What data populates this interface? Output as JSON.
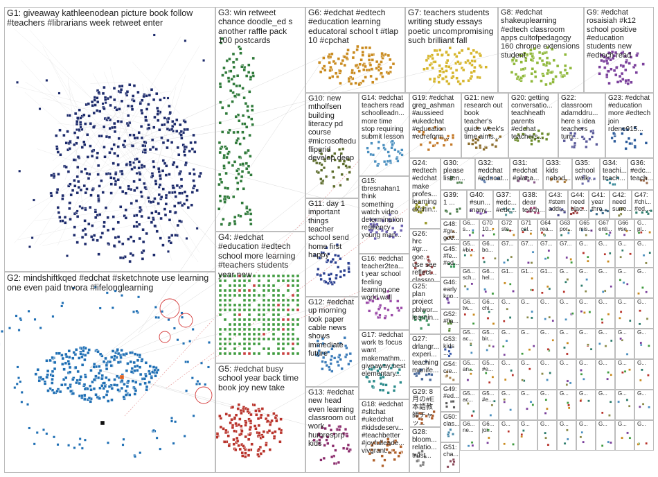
{
  "groups": [
    {
      "id": "g1",
      "label": "G1: giveaway kathleenodean picture book follow #teachers #librarians week retweet enter",
      "color": "#1c2a6b"
    },
    {
      "id": "g2",
      "label": "G2: mindshiftkqed #edchat #sketchnote use learning one even paid tnvora #lifelonglearning",
      "color": "#1f6fb4"
    },
    {
      "id": "g3",
      "label": "G3: win retweet chance doodle_ed s another raffle pack 100 postcards",
      "color": "#2f7a3a"
    },
    {
      "id": "g4",
      "label": "G4: #edchat #education #edtech school more learning #teachers students year new",
      "color": "#3f9b3f"
    },
    {
      "id": "g5",
      "label": "G5: #edchat busy school year back time book joy new take",
      "color": "#b8322a"
    },
    {
      "id": "g6",
      "label": "G6: #edchat #edtech #education learning educatoral school t #tlap 10 #cpchat",
      "color": "#c98a1e"
    },
    {
      "id": "g7",
      "label": "G7: teachers students writing study essays poetic uncompromising such brilliant fall",
      "color": "#d6b52a"
    },
    {
      "id": "g8",
      "label": "G8: #edchat shakeuplearning #edtech classroom apps cultofpedagogy 160 chrome extensions student",
      "color": "#8fb83a"
    },
    {
      "id": "g9",
      "label": "G9: #edchat rosaisiah #k12 school positive #education students new #edtech read",
      "color": "#7a3f9b"
    },
    {
      "id": "g10",
      "label": "G10: new mtholfsen building literacy pd course #microsoftedu flipgrid develop deep",
      "color": "#5b6b2a"
    },
    {
      "id": "g11",
      "label": "G11: day 1 important things teacher school send home first happy",
      "color": "#2a3f8f"
    },
    {
      "id": "g12",
      "label": "G12: #edchat up morning look paper cable news shows immediate future",
      "color": "#3a7ab8"
    },
    {
      "id": "g13",
      "label": "G13: #edchat new head even learning classroom out work humresprp kids",
      "color": "#8a2a6b"
    },
    {
      "id": "g14",
      "label": "G14: #edchat teachers read schoolleadn... more time stop requiring submit lesson",
      "color": "#4a8fbf"
    },
    {
      "id": "g15",
      "label": "G15: tbresnahan1 think something watch video determination resiliency young man...",
      "color": "#6a5fb0"
    },
    {
      "id": "g16",
      "label": "G16: #edchat teacher2tea... t year school feeling learning one world wall",
      "color": "#9a4aa8"
    },
    {
      "id": "g17",
      "label": "G17: #edchat work ts focus want makemathm... giveaway best elementary...",
      "color": "#2a8a8a"
    },
    {
      "id": "g18",
      "label": "G18: #edchat #sltchat #ukedchat #kidsdeserv... #teachbetter #joyfulleade... vivgrant...",
      "color": "#b0602a"
    },
    {
      "id": "g19",
      "label": "G19: #edchat greg_ashman #aussieed #ukedchat #education #edreform...",
      "color": "#c47a2a"
    },
    {
      "id": "g20",
      "label": "G20: getting conversatio... teachheath parents #edchat teachers...",
      "color": "#6b8a2a"
    },
    {
      "id": "g21",
      "label": "G21: new research out book teacher's guide week's time aims...",
      "color": "#8a6b2a"
    },
    {
      "id": "g22",
      "label": "G22: classroom adamddru... here s idea teachers turn...",
      "color": "#5a5a9a"
    },
    {
      "id": "g23",
      "label": "G23: #edchat #education more #edtech join rdene915...",
      "color": "#2a5a9a"
    },
    {
      "id": "g24",
      "label": "G24: #edtech #edchat make profes... learning excitin...",
      "color": "#9a9a2a"
    },
    {
      "id": "g25",
      "label": "G25: plan project pblwor... learnin...",
      "color": "#4a9a6a"
    },
    {
      "id": "g26",
      "label": "G26: hrc #gr... goe... use see reflect... classro... child...",
      "color": "#9a4a4a"
    },
    {
      "id": "g27",
      "label": "G27: drlangr... experi... teaching manife...",
      "color": "#4a6a9a"
    },
    {
      "id": "g28",
      "label": "G28: bloom... relatio... trust...",
      "color": "#7a7a7a"
    },
    {
      "id": "g29",
      "label": "G29: 8 月の#E 本語教 師チャッ...",
      "color": "#aa5a2a"
    },
    {
      "id": "g30",
      "label": "G30: please listen...",
      "color": "#5a8a5a"
    },
    {
      "id": "g31",
      "label": "G31: #edchat #plaea...",
      "color": "#8a5a8a"
    },
    {
      "id": "g32",
      "label": "G32: #edchat #educat...",
      "color": "#5a7aaa"
    },
    {
      "id": "g33",
      "label": "G33: kids nobod...",
      "color": "#aa7a3a"
    },
    {
      "id": "g34",
      "label": "G34: teachi... teach...",
      "color": "#3a8a9a"
    },
    {
      "id": "g35",
      "label": "G35: school walk...",
      "color": "#6a6aaa"
    },
    {
      "id": "g36",
      "label": "G36: #edc... teach...",
      "color": "#9a6a4a"
    },
    {
      "id": "g37",
      "label": "G37: #edc... #edc...",
      "color": "#5a9a9a"
    },
    {
      "id": "g38",
      "label": "G38: dear teach...",
      "color": "#aa4a7a"
    },
    {
      "id": "g39",
      "label": "G39: 1 ...",
      "color": "#4a7a4a"
    },
    {
      "id": "g40",
      "label": "G40: #sun... many...",
      "color": "#7a4aaa"
    },
    {
      "id": "g41",
      "label": "G41: year thro...",
      "color": "#3a6a8a"
    },
    {
      "id": "g42",
      "label": "G42: need surre...",
      "color": "#8a8a4a"
    },
    {
      "id": "g43",
      "label": "G43: #stem addr...",
      "color": "#4a4a8a"
    },
    {
      "id": "g44",
      "label": "G44: need blac...",
      "color": "#9a3a3a"
    },
    {
      "id": "g45",
      "label": "G45: #fe... #ed...",
      "color": "#3a9a5a"
    },
    {
      "id": "g46",
      "label": "G46: early kno...",
      "color": "#6a3a9a"
    },
    {
      "id": "g47",
      "label": "G47: #chi... #ed...",
      "color": "#2a7a6a"
    },
    {
      "id": "g48",
      "label": "G48: #gr... goe...",
      "color": "#7a5a3a"
    },
    {
      "id": "g49",
      "label": "G49: #ed...",
      "color": "#5a5a5a"
    },
    {
      "id": "g50",
      "label": "G50: clas...",
      "color": "#4a8aaa"
    },
    {
      "id": "g51",
      "label": "G51: cha...",
      "color": "#8a4a5a"
    },
    {
      "id": "g52",
      "label": "G52: #fla...",
      "color": "#5a8a3a"
    },
    {
      "id": "g53",
      "label": "G53: kids ...",
      "color": "#3a5aaa"
    },
    {
      "id": "g54",
      "label": "G54: cre...",
      "color": "#aa8a5a"
    }
  ],
  "tiles": [
    "G6... s...",
    "G70 10...",
    "G72 ste...",
    "G71 cal...",
    "G64 rea...",
    "G63 por...",
    "G65 mis...",
    "G67 enti...",
    "G66 #se...",
    "G... pl...",
    "G5... #bi...",
    "G6... bo...",
    "G7...",
    "G7...",
    "G7...",
    "G7...",
    "G...",
    "G...",
    "G...",
    "G...",
    "G6... sch...",
    "G6... hel...",
    "G1...",
    "G1...",
    "G1...",
    "G...",
    "G...",
    "G...",
    "G...",
    "G...",
    "G6... tw...",
    "G6... chi...",
    "G...",
    "G...",
    "G...",
    "G...",
    "G...",
    "G...",
    "G...",
    "G...",
    "G5... ac...",
    "G5... bir...",
    "G...",
    "G...",
    "G...",
    "G...",
    "G...",
    "G...",
    "G...",
    "G...",
    "G5... an...",
    "G5... #e...",
    "G...",
    "G...",
    "G...",
    "G...",
    "G...",
    "G...",
    "G...",
    "G...",
    "G5... ac...",
    "G5... #e...",
    "G...",
    "G...",
    "G...",
    "G...",
    "G...",
    "G...",
    "G...",
    "G...",
    "G6... ne...",
    "G6... joi...",
    "G...",
    "G...",
    "G...",
    "G...",
    "G...",
    "G...",
    "G...",
    "G..."
  ]
}
